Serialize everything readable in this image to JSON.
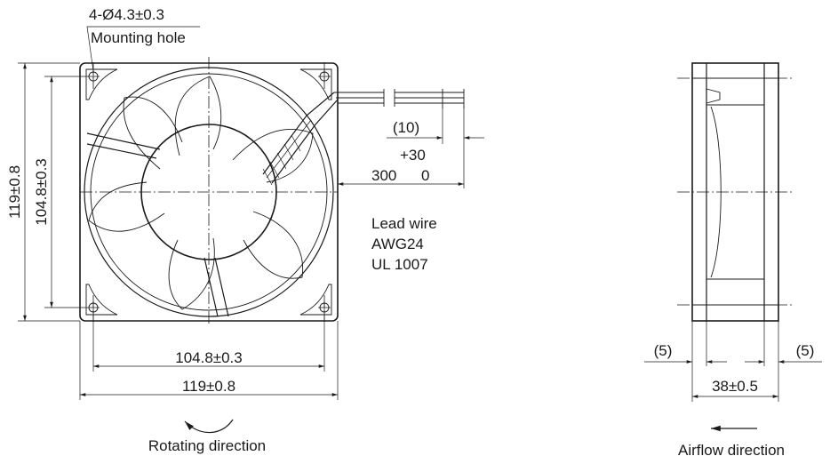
{
  "front_view": {
    "hole_spec": "4-Ø4.3±0.3",
    "hole_caption": "Mounting hole",
    "height_outer": "119±0.8",
    "height_pitch": "104.8±0.3",
    "width_pitch": "104.8±0.3",
    "width_outer": "119±0.8",
    "lead_stub": "(10)",
    "lead_tol": "+30",
    "lead_nominal": "300",
    "lead_tol_low": "0",
    "lead_line1": "Lead wire",
    "lead_line2": "AWG24",
    "lead_line3": "UL 1007",
    "rotation_caption": "Rotating direction"
  },
  "side_view": {
    "left_gap": "(5)",
    "right_gap": "(5)",
    "depth": "38±0.5",
    "airflow_caption": "Airflow direction"
  }
}
